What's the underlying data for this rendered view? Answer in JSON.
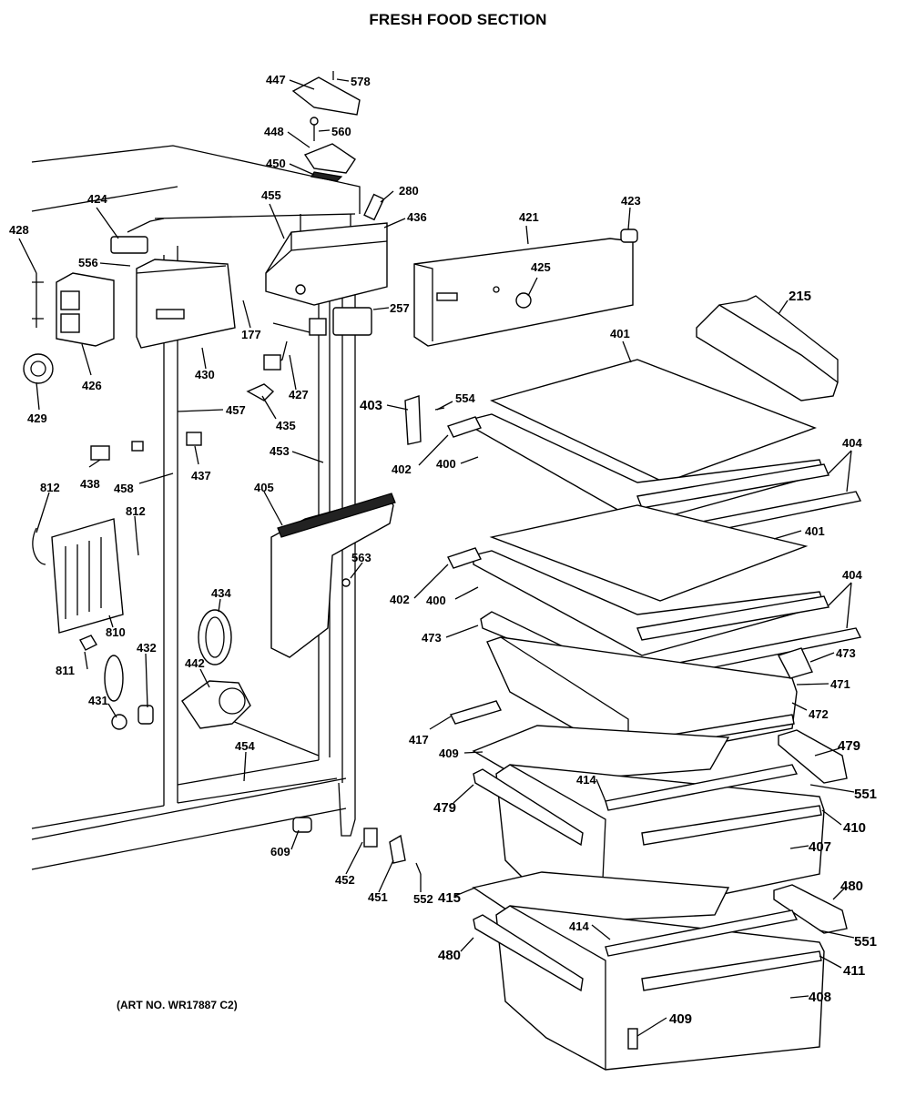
{
  "title": "FRESH FOOD SECTION",
  "art_number": "(ART NO. WR17887 C2)",
  "callouts": [
    {
      "id": "c578",
      "text": "578"
    },
    {
      "id": "c447",
      "text": "447"
    },
    {
      "id": "c560",
      "text": "560"
    },
    {
      "id": "c448",
      "text": "448"
    },
    {
      "id": "c450",
      "text": "450"
    },
    {
      "id": "c280",
      "text": "280"
    },
    {
      "id": "c455",
      "text": "455"
    },
    {
      "id": "c436",
      "text": "436"
    },
    {
      "id": "c424",
      "text": "424"
    },
    {
      "id": "c428",
      "text": "428"
    },
    {
      "id": "c556",
      "text": "556"
    },
    {
      "id": "c421",
      "text": "421"
    },
    {
      "id": "c423",
      "text": "423"
    },
    {
      "id": "c425",
      "text": "425"
    },
    {
      "id": "c215",
      "text": "215"
    },
    {
      "id": "c257",
      "text": "257"
    },
    {
      "id": "c177",
      "text": "177"
    },
    {
      "id": "c426",
      "text": "426"
    },
    {
      "id": "c430",
      "text": "430"
    },
    {
      "id": "c427",
      "text": "427"
    },
    {
      "id": "c401a",
      "text": "401"
    },
    {
      "id": "c429",
      "text": "429"
    },
    {
      "id": "c403",
      "text": "403"
    },
    {
      "id": "c554",
      "text": "554"
    },
    {
      "id": "c457",
      "text": "457"
    },
    {
      "id": "c435",
      "text": "435"
    },
    {
      "id": "c404a",
      "text": "404"
    },
    {
      "id": "c453",
      "text": "453"
    },
    {
      "id": "c402a",
      "text": "402"
    },
    {
      "id": "c400a",
      "text": "400"
    },
    {
      "id": "c438",
      "text": "438"
    },
    {
      "id": "c458",
      "text": "458"
    },
    {
      "id": "c437",
      "text": "437"
    },
    {
      "id": "c812a",
      "text": "812"
    },
    {
      "id": "c405",
      "text": "405"
    },
    {
      "id": "c812b",
      "text": "812"
    },
    {
      "id": "c401b",
      "text": "401"
    },
    {
      "id": "c563",
      "text": "563"
    },
    {
      "id": "c404b",
      "text": "404"
    },
    {
      "id": "c434",
      "text": "434"
    },
    {
      "id": "c402b",
      "text": "402"
    },
    {
      "id": "c400b",
      "text": "400"
    },
    {
      "id": "c810",
      "text": "810"
    },
    {
      "id": "c473a",
      "text": "473"
    },
    {
      "id": "c473b",
      "text": "473"
    },
    {
      "id": "c811",
      "text": "811"
    },
    {
      "id": "c432",
      "text": "432"
    },
    {
      "id": "c442",
      "text": "442"
    },
    {
      "id": "c471",
      "text": "471"
    },
    {
      "id": "c431",
      "text": "431"
    },
    {
      "id": "c472",
      "text": "472"
    },
    {
      "id": "c417",
      "text": "417"
    },
    {
      "id": "c479a",
      "text": "479"
    },
    {
      "id": "c409a",
      "text": "409"
    },
    {
      "id": "c454",
      "text": "454"
    },
    {
      "id": "c414a",
      "text": "414"
    },
    {
      "id": "c551a",
      "text": "551"
    },
    {
      "id": "c479b",
      "text": "479"
    },
    {
      "id": "c410",
      "text": "410"
    },
    {
      "id": "c407",
      "text": "407"
    },
    {
      "id": "c609",
      "text": "609"
    },
    {
      "id": "c452",
      "text": "452"
    },
    {
      "id": "c480a",
      "text": "480"
    },
    {
      "id": "c451",
      "text": "451"
    },
    {
      "id": "c552",
      "text": "552"
    },
    {
      "id": "c415",
      "text": "415"
    },
    {
      "id": "c414b",
      "text": "414"
    },
    {
      "id": "c551b",
      "text": "551"
    },
    {
      "id": "c480b",
      "text": "480"
    },
    {
      "id": "c411",
      "text": "411"
    },
    {
      "id": "c408",
      "text": "408"
    },
    {
      "id": "c409b",
      "text": "409"
    }
  ]
}
